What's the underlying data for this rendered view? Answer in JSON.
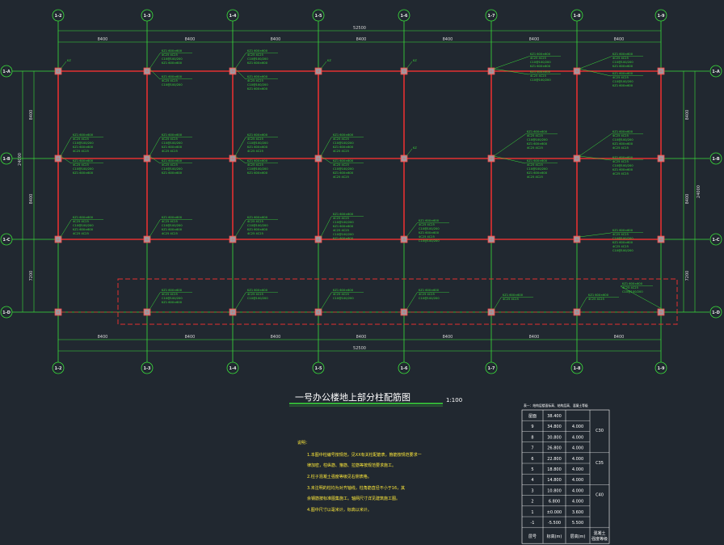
{
  "drawing": {
    "title": "一号办公楼地上部分柱配筋图",
    "scale": "1:100"
  },
  "axes": {
    "top": [
      "1-2",
      "1-3",
      "1-4",
      "1-5",
      "1-6",
      "1-7",
      "1-8",
      "1-9"
    ],
    "bottom": [
      "1-2",
      "1-3",
      "1-4",
      "1-5",
      "1-6",
      "1-7",
      "1-8",
      "1-9"
    ],
    "left": [
      "1-A",
      "1-B",
      "1-C",
      "1-D"
    ],
    "right": [
      "1-A",
      "1-B",
      "1-C",
      "1-D"
    ]
  },
  "dimensions": {
    "top_total": "52500",
    "top_spans": [
      "8400",
      "8400",
      "8400",
      "8400",
      "8400",
      "8400",
      "8400"
    ],
    "bottom_total": "52500",
    "bottom_spans": [
      "8400",
      "8400",
      "8400",
      "8400",
      "8400",
      "8400",
      "8400"
    ],
    "left_total": "24000",
    "left_spans": [
      "8400",
      "8400",
      "7200"
    ],
    "right_total": "24000",
    "right_spans": [
      "8400",
      "8400",
      "7200"
    ]
  },
  "notes": {
    "heading": "说明：",
    "lines": [
      "1.本图中柱编号按规范，见XX有关柱配筋表，箍筋按规范要求一",
      "   律加密，柱纵筋、箍筋、拉筋等按规范要求施工。",
      "2.柱子混凝土强度等级见右侧表格。",
      "3.未注明的柱均为对齐轴线，柱角筋直径不小于16，其",
      "   余钢筋按标准图集施工。轴网尺寸详见建筑施工图。",
      "4.图中尺寸以毫米计，标高以米计。"
    ]
  },
  "level_table": {
    "caption": "表一：结构层楼面标高、结构层高、混凝土等级",
    "rows": [
      {
        "floor": "屋面",
        "elev": "38.400",
        "height": "",
        "grade": ""
      },
      {
        "floor": "9",
        "elev": "34.800",
        "height": "4.000",
        "grade": "C30"
      },
      {
        "floor": "8",
        "elev": "30.800",
        "height": "4.000",
        "grade": ""
      },
      {
        "floor": "7",
        "elev": "26.800",
        "height": "4.000",
        "grade": ""
      },
      {
        "floor": "6",
        "elev": "22.800",
        "height": "4.000",
        "grade": "C35"
      },
      {
        "floor": "5",
        "elev": "18.800",
        "height": "4.000",
        "grade": ""
      },
      {
        "floor": "4",
        "elev": "14.800",
        "height": "4.000",
        "grade": ""
      },
      {
        "floor": "3",
        "elev": "10.800",
        "height": "4.000",
        "grade": "C40"
      },
      {
        "floor": "2",
        "elev": "6.800",
        "height": "4.000",
        "grade": ""
      },
      {
        "floor": "1",
        "elev": "±0.000",
        "height": "3.600",
        "grade": ""
      },
      {
        "floor": "-1",
        "elev": "-5.500",
        "height": "5.500",
        "grade": ""
      }
    ],
    "footer": {
      "floor": "层号",
      "elev": "标高(m)",
      "height": "层高(m)",
      "grade": "混凝土\n强度等级"
    }
  },
  "column_labels": {
    "short": "KZ",
    "lines": [
      "KZ1 600×600",
      "4C25 4C25",
      "C10@100/200"
    ]
  },
  "colors": {
    "background": "#212830",
    "axis_line": "#3adf3a",
    "beam_line": "#e53030",
    "column": "#c08080",
    "annotation": "#3adf3a",
    "notes": "#ffea3a",
    "text": "#ffffff"
  }
}
